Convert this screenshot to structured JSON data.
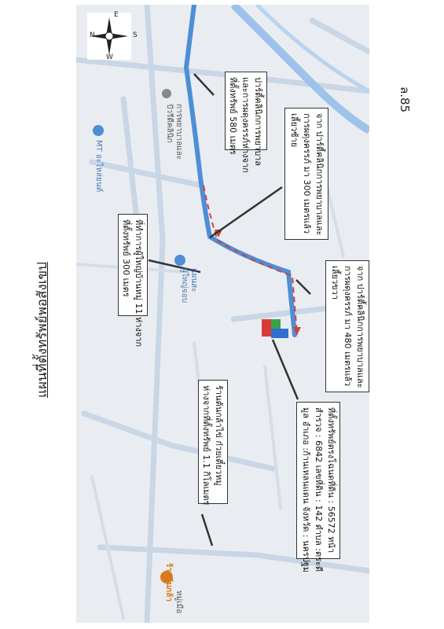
{
  "document": {
    "title": "แผนที่ตั้งทรัพย์พอสังเขป",
    "page_number": "ล.85"
  },
  "compass": {
    "icon": "compass-rose-icon",
    "n": "N",
    "e": "E",
    "s": "S",
    "w": "W"
  },
  "places": {
    "mt_shop": "MT อะไหล่ยนต์",
    "clinic": "ปัวรีดีคลินิก",
    "vaccine_center": "การพยาบาลและ",
    "village_head": "ผู้ใหญ่จอบ",
    "village_head_2": "แผนสะ",
    "shop": "ร้านต้นกล้า",
    "shop_2": "หมู่เมือ"
  },
  "callouts": {
    "clinic_box": [
      "ปาร์ตี้คลินิกการพยาบาล",
      "และการผดุงครรภ์ห่างจาก",
      "ที่ตั้งทรัพย์   580 เมตร"
    ],
    "headman_box": [
      "ที่ทำการผู้ใหญ่บ้านหมู่ 11 ห่างจาก",
      "ที่ตั้งทรัพย์   300 เมตร"
    ],
    "turn_left_box": [
      "จาก ปาร์ตี้คลินิกการพยาบาลและ",
      "การผดุงครรภ์ มา 300 เมตรแล้ว",
      "เลี้ยวซ้าย"
    ],
    "turn_right_box": [
      "จาก ปาร์ตี้คลินิกการพยาบาลและ",
      "การผดุงครรภ์ มา 480 เมตรแล้ว",
      "เลี้ยวขวา"
    ],
    "shop_box": [
      "ร้านต้นกล้าไข่ ก๋วยเตี๋ยวหมู",
      "ห่างจากที่ตั้งทรัพย์  1.1 กิโลเมตร"
    ],
    "property_box": [
      "ที่ตั้งทรัพย์ตรงโฉนดที่ดิน : 56572 หน้า",
      "สำรวจ : 6842 เลขที่ดิน : 142 ตำบล :ตระดี",
      "มูล อำเภอ :ก้านเหลนแดน  จังหวัด : นครปฐม"
    ]
  },
  "colors": {
    "road_main": "#4f8ed6",
    "route_dash": "#d04040",
    "property_red": "#d93a3a",
    "property_green": "#3aa34a",
    "property_blue": "#2f6fd1"
  }
}
